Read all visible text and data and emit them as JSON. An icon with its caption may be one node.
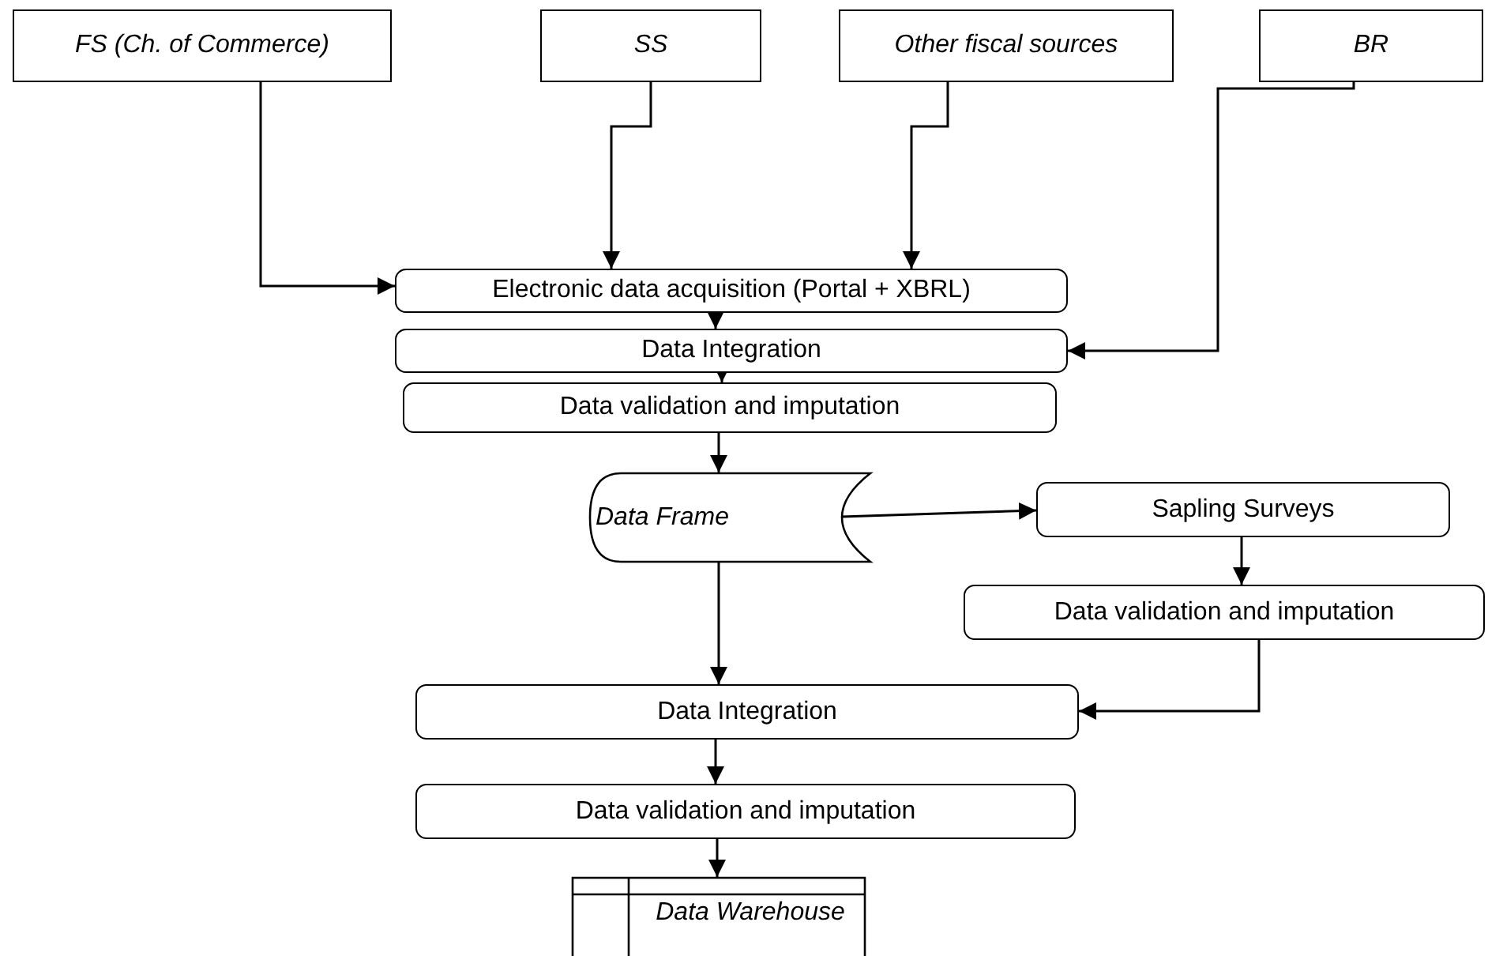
{
  "diagram": {
    "nodes": [
      {
        "text": [
          "FS (Ch. of Commerce)"
        ]
      },
      {
        "text": [
          "SS"
        ]
      },
      {
        "text": [
          "Other fiscal sources"
        ]
      },
      {
        "text": [
          "BR"
        ]
      },
      {
        "text": [
          "Electronic data acquisition (Portal + XBRL)"
        ]
      },
      {
        "text": [
          "Data Integration"
        ]
      },
      {
        "text": [
          "Data validation and imputation"
        ]
      },
      {
        "text": [
          "Data Frame"
        ]
      },
      {
        "text": [
          "Sapling Surveys"
        ]
      },
      {
        "text": [
          "Data validation and imputation"
        ]
      },
      {
        "text": [
          "Data Integration"
        ]
      },
      {
        "text": [
          "Data validation and imputation"
        ]
      },
      {
        "text": [
          "Data Warehouse"
        ]
      }
    ],
    "edges": [
      {
        "from": 0,
        "to": 4,
        "arrow": "to"
      },
      {
        "from": 1,
        "to": 4,
        "arrow": "to"
      },
      {
        "from": 2,
        "to": 4,
        "arrow": "to"
      },
      {
        "from": 3,
        "to": 5,
        "arrow": "to"
      },
      {
        "from": 4,
        "to": 5,
        "arrow": "to"
      },
      {
        "from": 5,
        "to": 6,
        "arrow": "to"
      },
      {
        "from": 6,
        "to": 7,
        "arrow": "to"
      },
      {
        "from": 7,
        "to": 8,
        "arrow": "to"
      },
      {
        "from": 8,
        "to": 9,
        "arrow": "to"
      },
      {
        "from": 7,
        "to": 10,
        "arrow": "to"
      },
      {
        "from": 9,
        "to": 10,
        "arrow": "to"
      },
      {
        "from": 10,
        "to": 11,
        "arrow": "to"
      },
      {
        "from": 11,
        "to": 12,
        "arrow": "to"
      }
    ]
  }
}
